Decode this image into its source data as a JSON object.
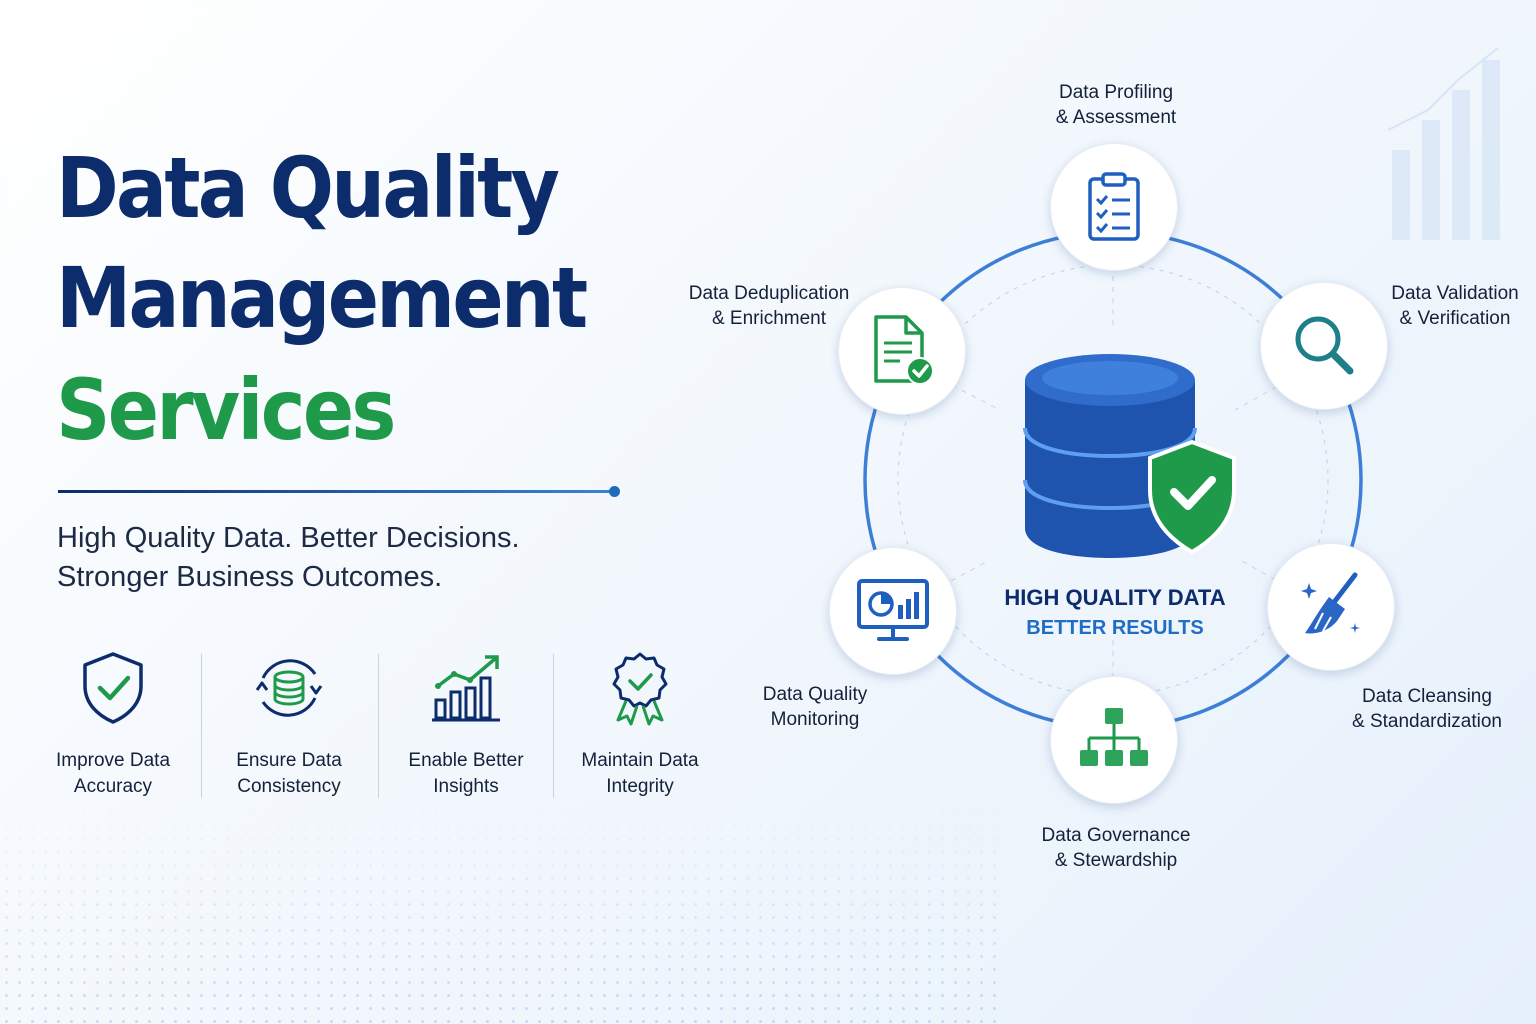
{
  "headline": {
    "line1": "Data Quality",
    "line2": "Management",
    "line3": "Services"
  },
  "tagline": {
    "line1": "High Quality Data. Better Decisions.",
    "line2": "Stronger Business Outcomes."
  },
  "benefits": [
    {
      "icon": "shield-check-icon",
      "line1": "Improve Data",
      "line2": "Accuracy"
    },
    {
      "icon": "database-sync-icon",
      "line1": "Ensure Data",
      "line2": "Consistency"
    },
    {
      "icon": "chart-growth-icon",
      "line1": "Enable Better",
      "line2": "Insights"
    },
    {
      "icon": "badge-check-icon",
      "line1": "Maintain Data",
      "line2": "Integrity"
    }
  ],
  "center": {
    "icon": "database-shield-icon",
    "line1": "HIGH QUALITY DATA",
    "line2": "BETTER RESULTS"
  },
  "services": [
    {
      "icon": "clipboard-checklist-icon",
      "line1": "Data Profiling",
      "line2": "& Assessment"
    },
    {
      "icon": "magnifier-icon",
      "line1": "Data Validation",
      "line2": "& Verification"
    },
    {
      "icon": "broom-icon",
      "line1": "Data Cleansing",
      "line2": "& Standardization"
    },
    {
      "icon": "hierarchy-icon",
      "line1": "Data Governance",
      "line2": "& Stewardship"
    },
    {
      "icon": "monitor-chart-icon",
      "line1": "Data Quality",
      "line2": "Monitoring"
    },
    {
      "icon": "document-check-icon",
      "line1": "Data Deduplication",
      "line2": "& Enrichment"
    }
  ],
  "colors": {
    "navy": "#0c2c6b",
    "green": "#1f9a4a",
    "blue": "#1f6ec4",
    "ring": "#3d7fd6"
  }
}
